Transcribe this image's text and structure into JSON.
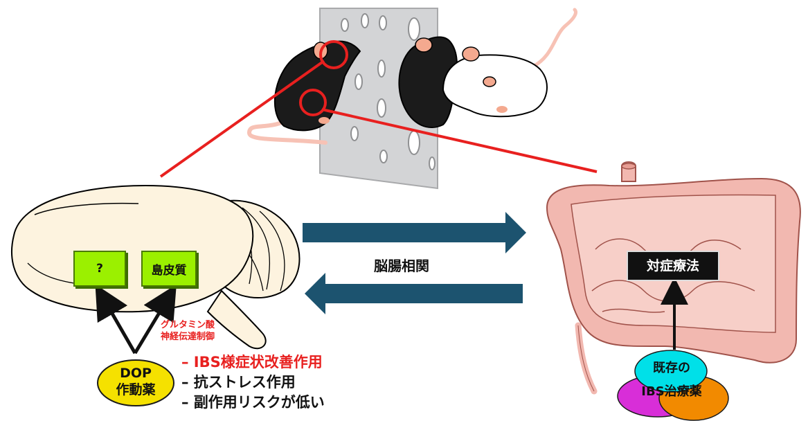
{
  "brain": {
    "box_left": "?",
    "box_right": "島皮質",
    "glutamate_line1": "グルタミン酸",
    "glutamate_line2": "神経伝達制御"
  },
  "center": {
    "label": "脳腸相関"
  },
  "drug": {
    "line1": "DOP",
    "line2": "作動薬",
    "effects": [
      "– IBS様症状改善作用",
      "– 抗ストレス作用",
      "– 副作用リスクが低い"
    ]
  },
  "gut": {
    "symptomatic": "対症療法",
    "existing_line1": "既存の",
    "existing_line2": "IBS治療薬"
  },
  "colors": {
    "arrow": "#1c536f",
    "red": "#e8201f",
    "green_box": "#9bf000",
    "drug_circle": "#f5e100",
    "intestine": "#f2b8b0"
  }
}
